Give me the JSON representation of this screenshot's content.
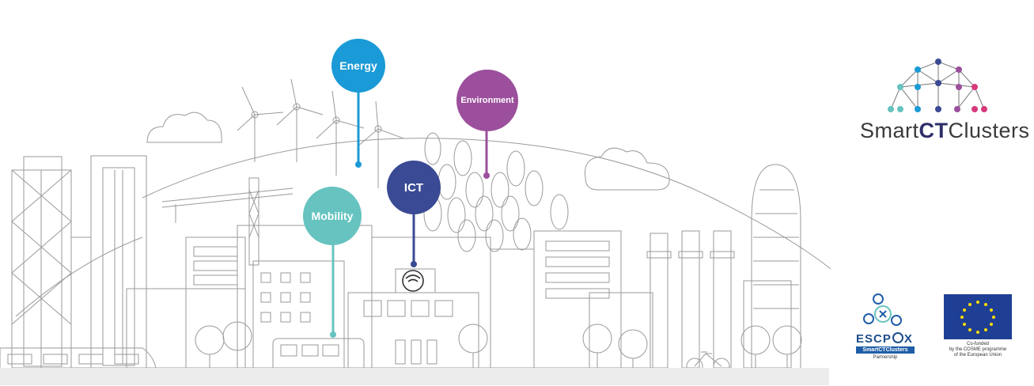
{
  "pins": {
    "energy": {
      "label": "Energy",
      "color": "#1a9ad6"
    },
    "environment": {
      "label": "Environment",
      "color": "#9b4f9c"
    },
    "ict": {
      "label": "ICT",
      "color": "#3a4a94"
    },
    "mobility": {
      "label": "Mobility",
      "color": "#66c3bf"
    }
  },
  "logo": {
    "prefix": "Smart",
    "highlight": "CT",
    "suffix": "Clusters"
  },
  "partner": {
    "name": "ESCP",
    "name_end": "X",
    "badge": "SmartCTClusters",
    "sub": "Partnership"
  },
  "eu": {
    "line1": "Co-funded",
    "line2": "by the COSME programme",
    "line3": "of the European Union"
  }
}
